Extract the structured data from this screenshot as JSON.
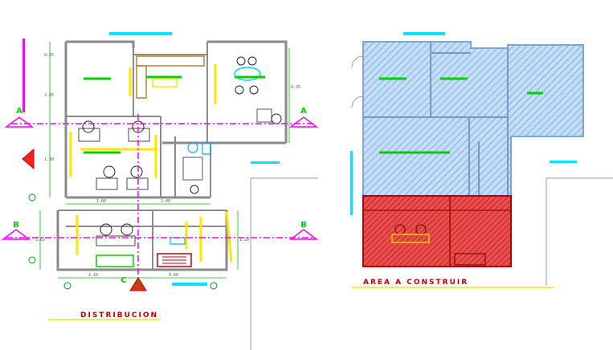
{
  "titles": {
    "left": "DISTRIBUCION",
    "right": "AREA A CONSTRUIR"
  },
  "section_marks": {
    "a": "A",
    "b": "B",
    "c": "C"
  },
  "dimensions": [
    "0.15",
    "2.85",
    "1.30",
    "1.65",
    "2.10",
    "0.60",
    "1.80",
    "2.40",
    "0.25",
    "1.20"
  ],
  "colors": {
    "wall": "#8a8a8a",
    "cyan": "#00e5ff",
    "magenta": "#ff00ff",
    "yellow": "#ffe600",
    "green": "#00d000",
    "red": "#e00000",
    "blue_hatch": "#5fa0ff",
    "existing_fill": "#b9d8f4",
    "new_fill": "#e64040"
  }
}
